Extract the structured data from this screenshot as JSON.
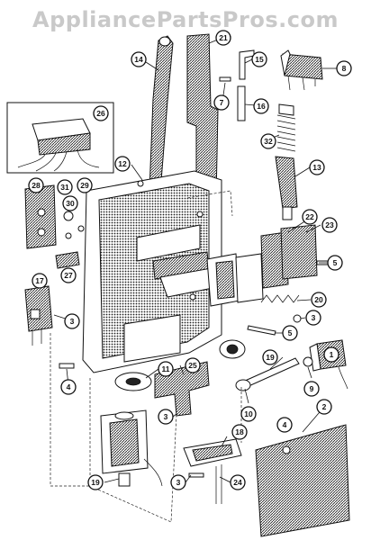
{
  "watermark": "AppliancePartsPros.com",
  "callouts": [
    {
      "id": "c14",
      "label": "14"
    },
    {
      "id": "c21",
      "label": "21"
    },
    {
      "id": "c15",
      "label": "15"
    },
    {
      "id": "c8",
      "label": "8"
    },
    {
      "id": "c7",
      "label": "7"
    },
    {
      "id": "c16",
      "label": "16"
    },
    {
      "id": "c26",
      "label": "26"
    },
    {
      "id": "c32",
      "label": "32"
    },
    {
      "id": "c12",
      "label": "12"
    },
    {
      "id": "c13",
      "label": "13"
    },
    {
      "id": "c28",
      "label": "28"
    },
    {
      "id": "c31",
      "label": "31"
    },
    {
      "id": "c29",
      "label": "29"
    },
    {
      "id": "c30",
      "label": "30"
    },
    {
      "id": "c22",
      "label": "22"
    },
    {
      "id": "c23",
      "label": "23"
    },
    {
      "id": "c27",
      "label": "27"
    },
    {
      "id": "c5a",
      "label": "5"
    },
    {
      "id": "c17",
      "label": "17"
    },
    {
      "id": "c20",
      "label": "20"
    },
    {
      "id": "c3a",
      "label": "3"
    },
    {
      "id": "c3b",
      "label": "3"
    },
    {
      "id": "c5b",
      "label": "5"
    },
    {
      "id": "c4a",
      "label": "4"
    },
    {
      "id": "c11",
      "label": "11"
    },
    {
      "id": "c25",
      "label": "25"
    },
    {
      "id": "c19a",
      "label": "19"
    },
    {
      "id": "c1",
      "label": "1"
    },
    {
      "id": "c9",
      "label": "9"
    },
    {
      "id": "c2",
      "label": "2"
    },
    {
      "id": "c3c",
      "label": "3"
    },
    {
      "id": "c10",
      "label": "10"
    },
    {
      "id": "c4b",
      "label": "4"
    },
    {
      "id": "c18",
      "label": "18"
    },
    {
      "id": "c19b",
      "label": "19"
    },
    {
      "id": "c3d",
      "label": "3"
    },
    {
      "id": "c24",
      "label": "24"
    }
  ]
}
